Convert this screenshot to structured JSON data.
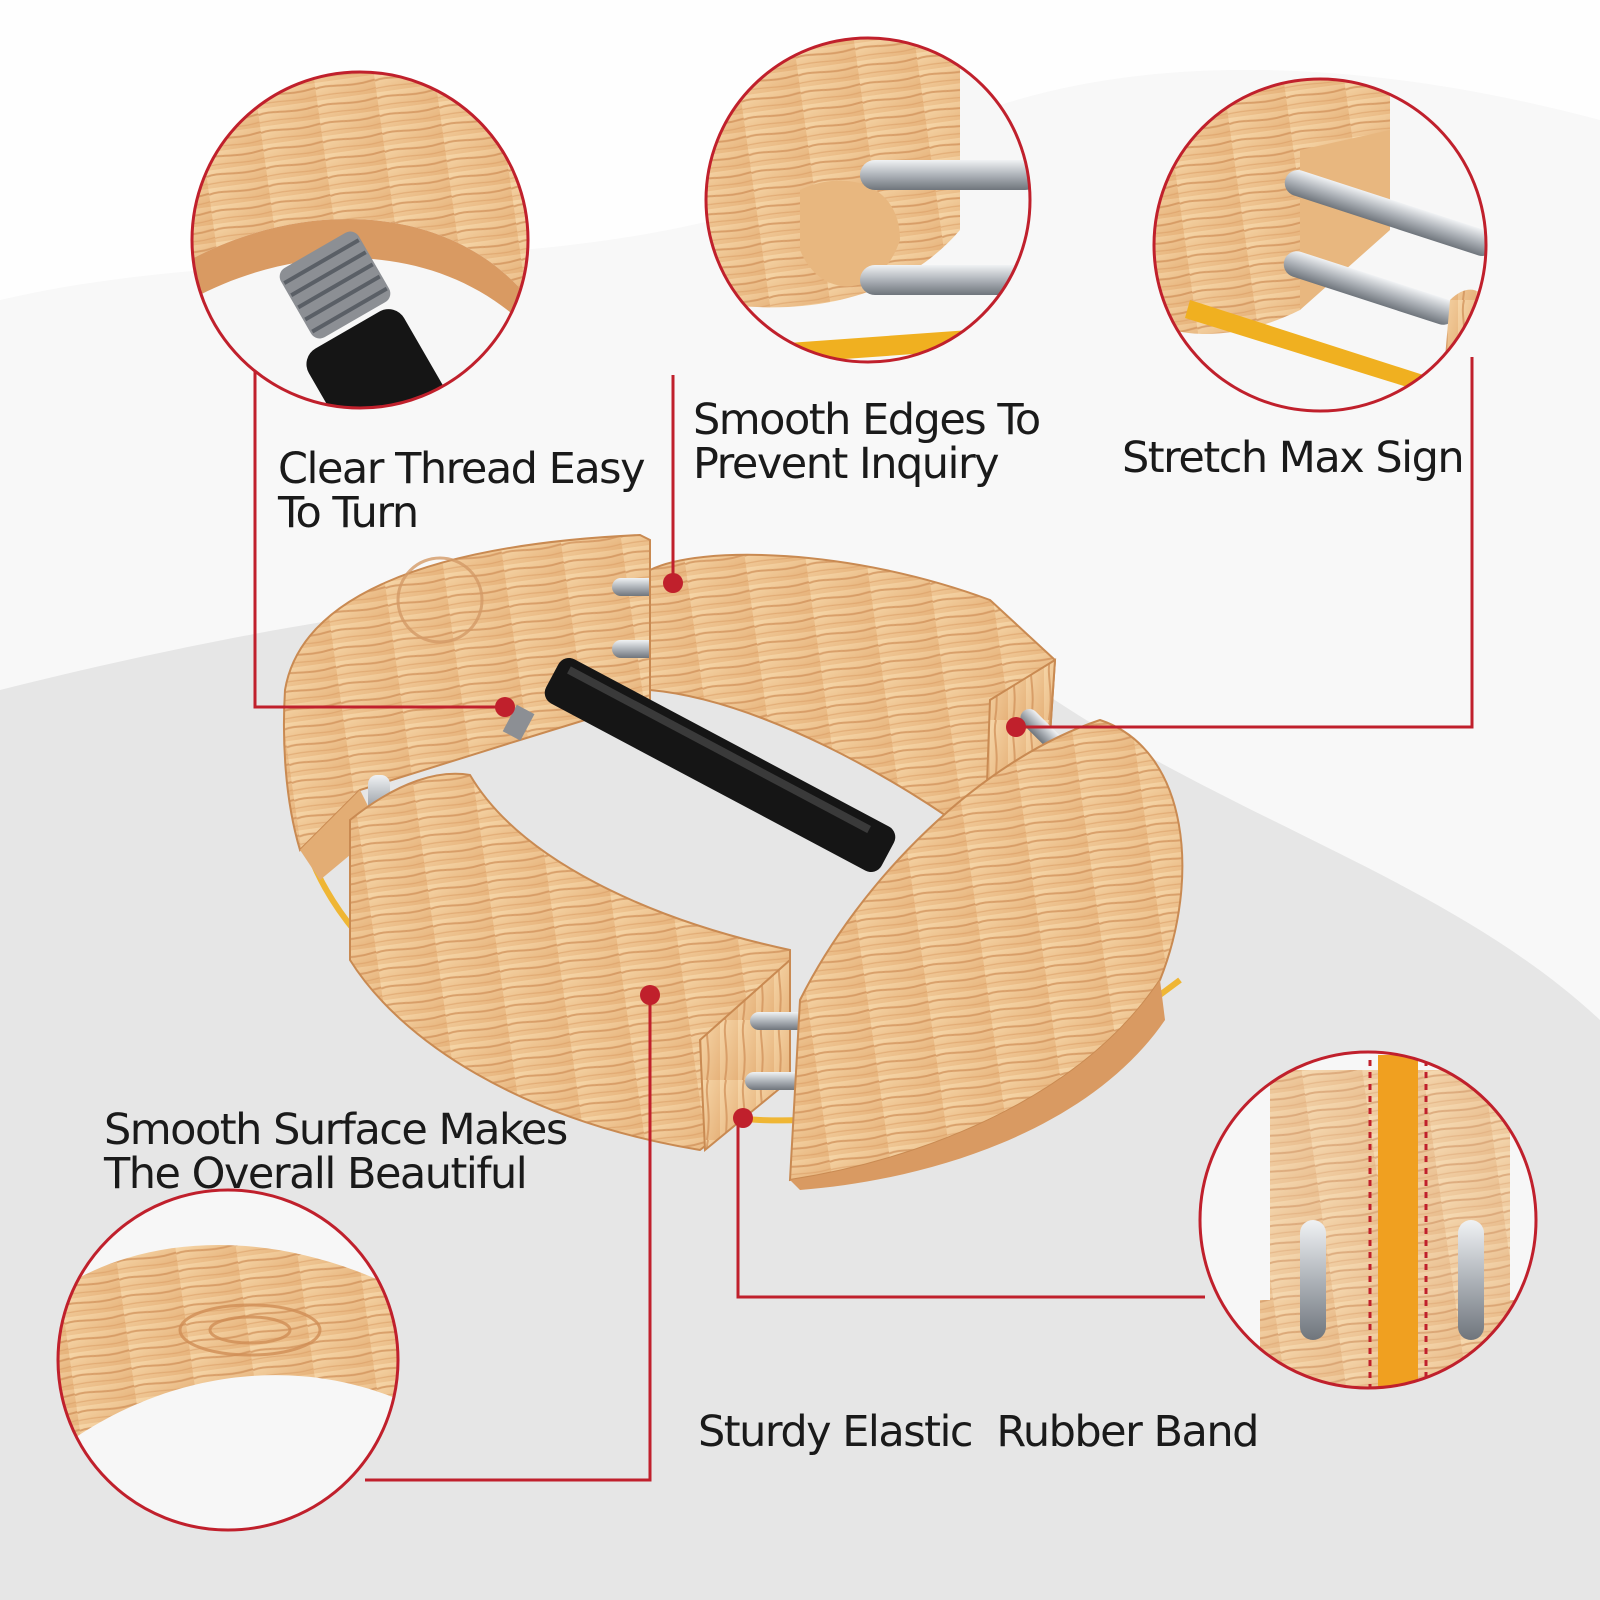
{
  "colors": {
    "background_light": "#f7f7f7",
    "background_gray": "#e6e6e6",
    "callout_red": "#c0202c",
    "wood_light": "#f0c896",
    "wood_grain": "#c98a52",
    "steel_rod": "#b9bec4",
    "rubber_band": "#f0b020",
    "black_handle": "#151515"
  },
  "features": [
    {
      "id": "thread",
      "lines": [
        "Clear Thread Easy",
        "To Turn"
      ]
    },
    {
      "id": "edges",
      "lines": [
        "Smooth Edges To",
        "Prevent Inquiry"
      ]
    },
    {
      "id": "stretch",
      "lines": [
        "Stretch Max Sign"
      ]
    },
    {
      "id": "surface",
      "lines": [
        "Smooth Surface Makes",
        "The Overall Beautiful"
      ]
    },
    {
      "id": "band",
      "lines": [
        "Sturdy Elastic  Rubber Band"
      ]
    }
  ]
}
